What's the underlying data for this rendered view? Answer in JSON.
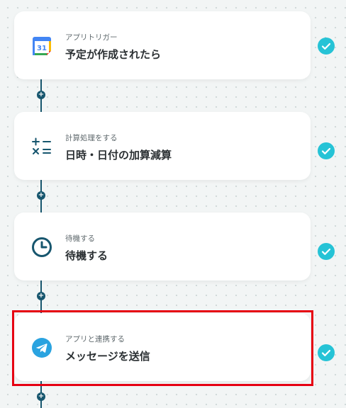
{
  "steps": [
    {
      "category": "アプリトリガー",
      "title": "予定が作成されたら",
      "icon": "google-calendar-icon",
      "status": "completed"
    },
    {
      "category": "計算処理をする",
      "title": "日時・日付の加算減算",
      "icon": "calculation-icon",
      "status": "completed"
    },
    {
      "category": "待機する",
      "title": "待機する",
      "icon": "clock-icon",
      "status": "completed"
    },
    {
      "category": "アプリと連携する",
      "title": "メッセージを送信",
      "icon": "telegram-icon",
      "status": "completed"
    }
  ],
  "colors": {
    "connector": "#17566e",
    "check": "#26c3d6",
    "highlight": "#e60012",
    "telegram": "#2aa3e0"
  }
}
